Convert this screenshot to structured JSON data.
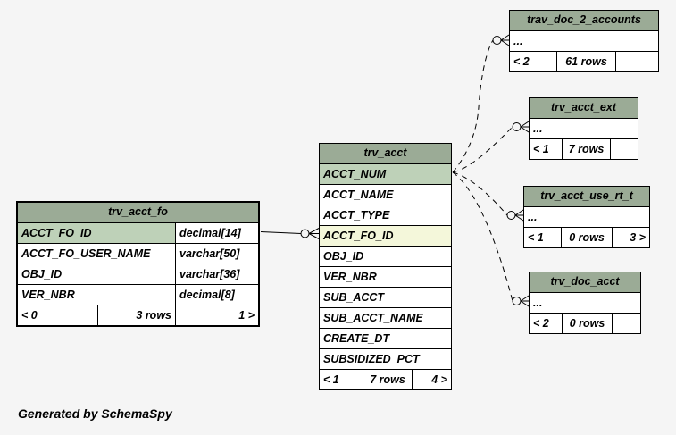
{
  "caption": "Generated by SchemaSpy",
  "colors": {
    "canvas_bg": "#f5f5f5",
    "table_header_bg": "#9bab96",
    "primary_key_bg": "#bed1b8",
    "foreign_key_bg": "#f4f7da",
    "row_bg": "#ffffff",
    "border": "#000000"
  },
  "tables": [
    {
      "name": "trv_acct_fo",
      "columns": [
        {
          "name": "ACCT_FO_ID",
          "type": "decimal[14]",
          "key": "pk"
        },
        {
          "name": "ACCT_FO_USER_NAME",
          "type": "varchar[50]"
        },
        {
          "name": "OBJ_ID",
          "type": "varchar[36]"
        },
        {
          "name": "VER_NBR",
          "type": "decimal[8]"
        }
      ],
      "footer": {
        "left": "< 0",
        "center": "3 rows",
        "right": "1 >"
      }
    },
    {
      "name": "trv_acct",
      "columns": [
        {
          "name": "ACCT_NUM",
          "key": "pk"
        },
        {
          "name": "ACCT_NAME"
        },
        {
          "name": "ACCT_TYPE"
        },
        {
          "name": "ACCT_FO_ID",
          "key": "fk"
        },
        {
          "name": "OBJ_ID"
        },
        {
          "name": "VER_NBR"
        },
        {
          "name": "SUB_ACCT"
        },
        {
          "name": "SUB_ACCT_NAME"
        },
        {
          "name": "CREATE_DT"
        },
        {
          "name": "SUBSIDIZED_PCT"
        }
      ],
      "footer": {
        "left": "< 1",
        "center": "7 rows",
        "right": "4 >"
      }
    },
    {
      "name": "trav_doc_2_accounts",
      "columns": [
        {
          "name": "..."
        }
      ],
      "footer": {
        "left": "< 2",
        "center": "61 rows",
        "right": ""
      }
    },
    {
      "name": "trv_acct_ext",
      "columns": [
        {
          "name": "..."
        }
      ],
      "footer": {
        "left": "< 1",
        "center": "7 rows",
        "right": ""
      }
    },
    {
      "name": "trv_acct_use_rt_t",
      "columns": [
        {
          "name": "..."
        }
      ],
      "footer": {
        "left": "< 1",
        "center": "0 rows",
        "right": "3 >"
      }
    },
    {
      "name": "trv_doc_acct",
      "columns": [
        {
          "name": "..."
        }
      ],
      "footer": {
        "left": "< 2",
        "center": "0 rows",
        "right": ""
      }
    }
  ],
  "relationships": [
    {
      "from": "trv_acct_fo.ACCT_FO_ID",
      "to": "trv_acct.ACCT_FO_ID",
      "style": "solid"
    },
    {
      "from": "trv_acct.ACCT_NUM",
      "to": "trav_doc_2_accounts",
      "style": "dashed"
    },
    {
      "from": "trv_acct.ACCT_NUM",
      "to": "trv_acct_ext",
      "style": "dashed"
    },
    {
      "from": "trv_acct.ACCT_NUM",
      "to": "trv_acct_use_rt_t",
      "style": "dashed"
    },
    {
      "from": "trv_acct.ACCT_NUM",
      "to": "trv_doc_acct",
      "style": "dashed"
    }
  ]
}
